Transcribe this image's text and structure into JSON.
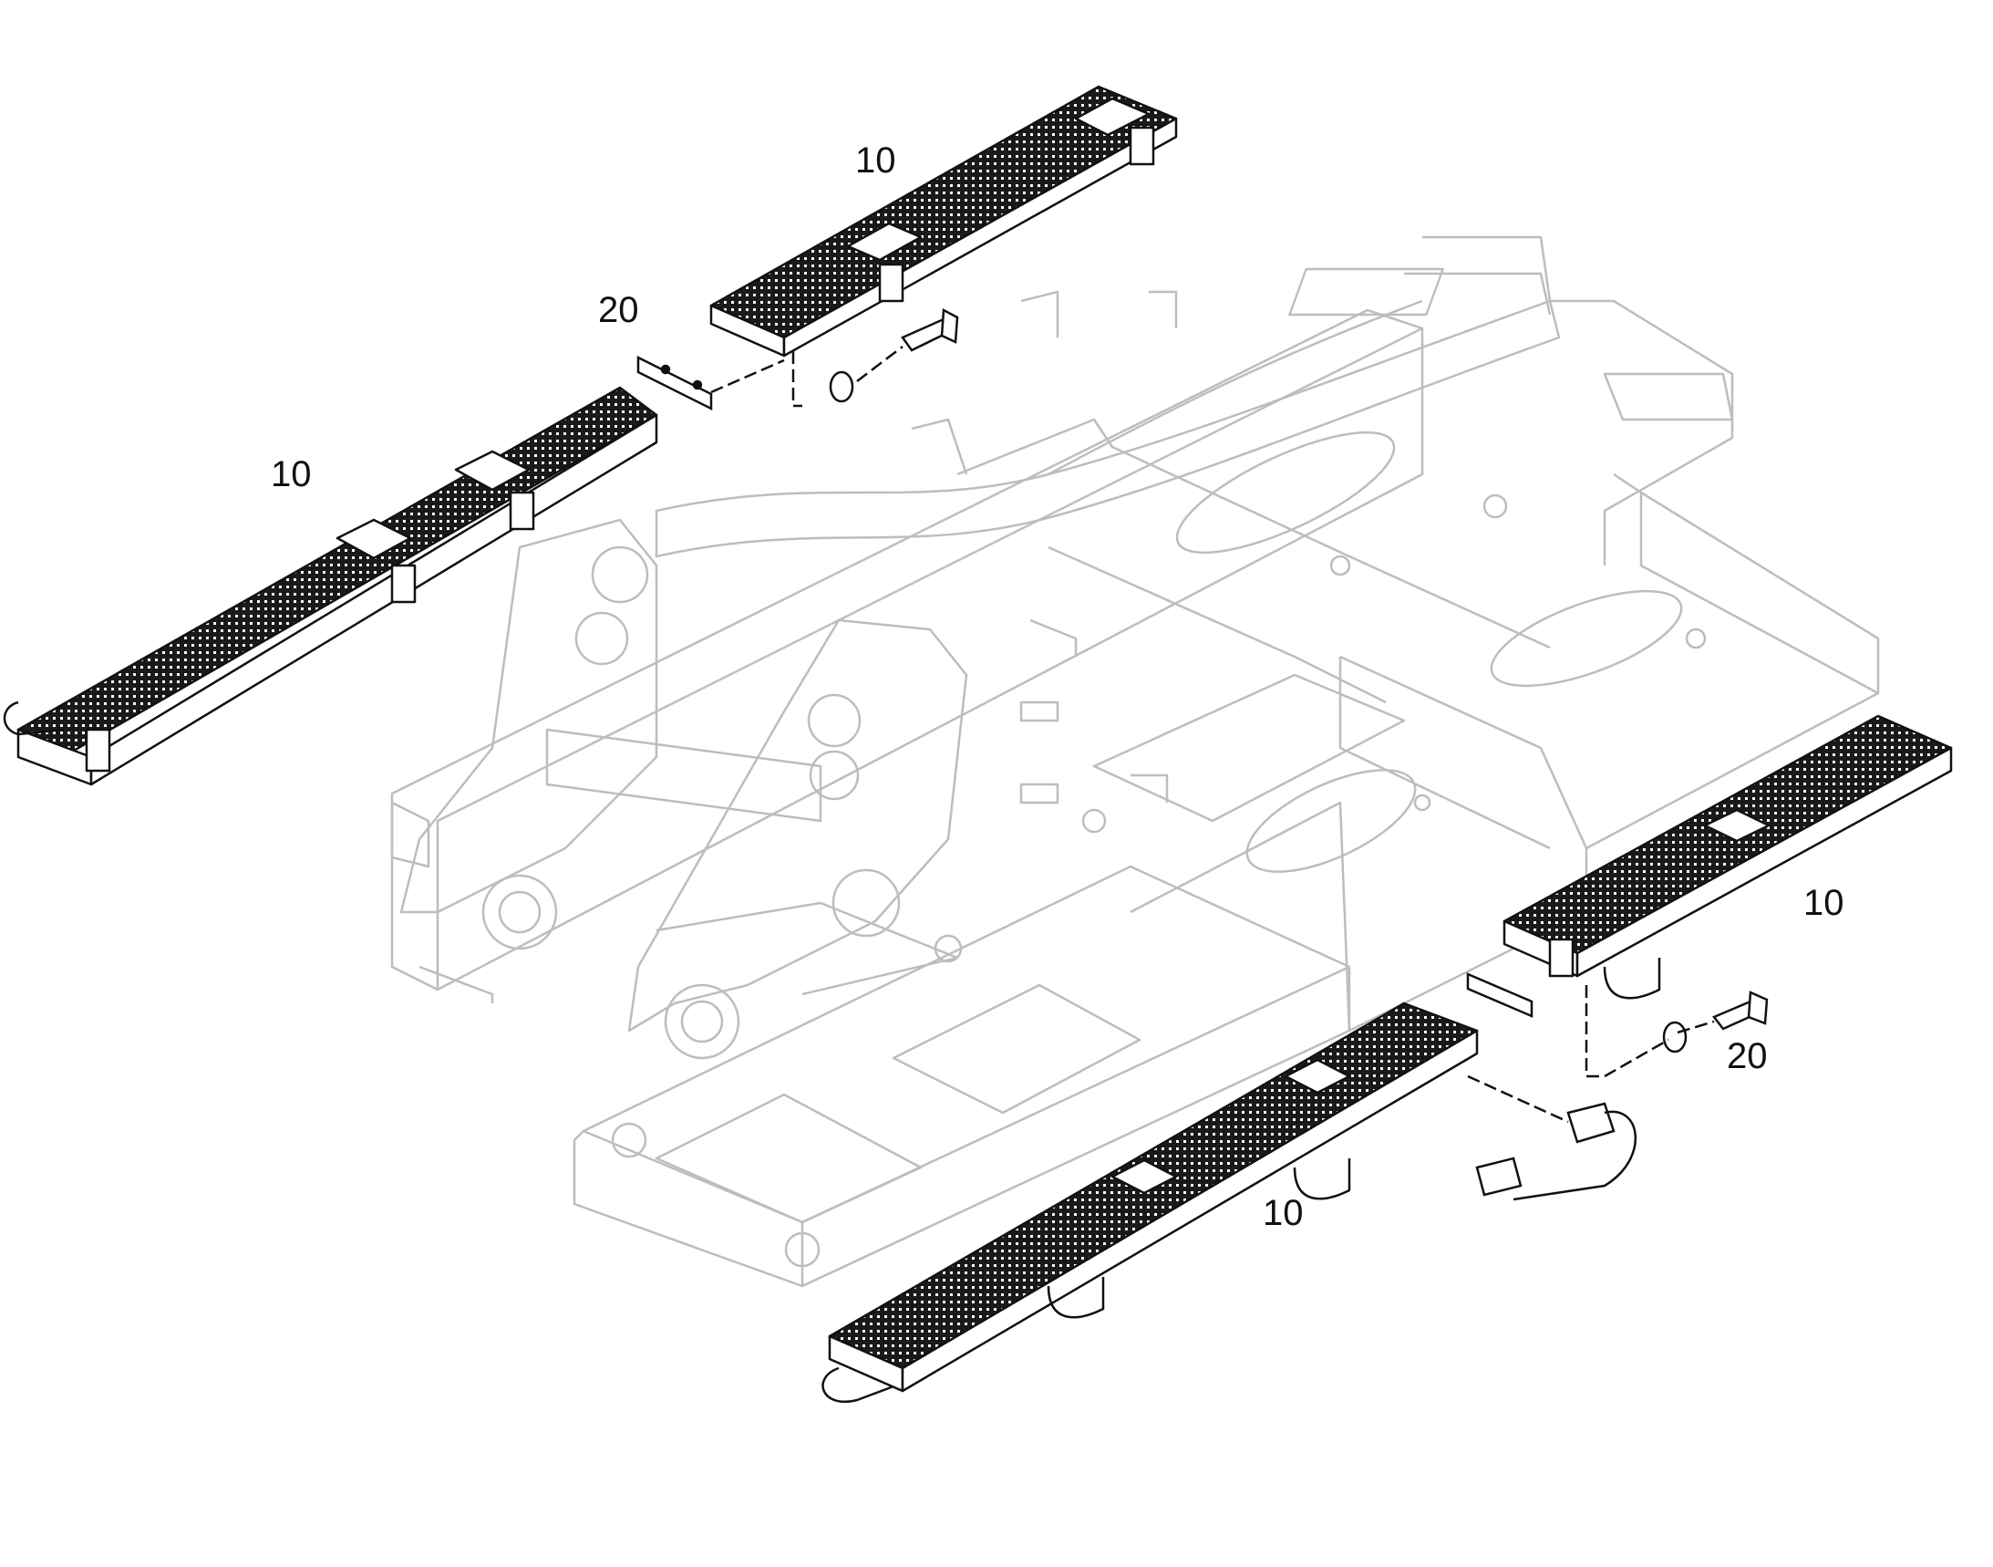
{
  "diagram": {
    "callouts": [
      {
        "id": "c1",
        "text": "10",
        "part": "step-ladder"
      },
      {
        "id": "c2",
        "text": "20",
        "part": "mounting-bolt"
      },
      {
        "id": "c3",
        "text": "10",
        "part": "step-ladder"
      },
      {
        "id": "c4",
        "text": "10",
        "part": "step-ladder"
      },
      {
        "id": "c5",
        "text": "20",
        "part": "mounting-bolt"
      },
      {
        "id": "c6",
        "text": "10",
        "part": "step-ladder"
      }
    ],
    "colors": {
      "frame_line": "#bdbdbd",
      "part_line": "#111111",
      "grating": "#1a1a1a",
      "background": "#ffffff"
    }
  }
}
